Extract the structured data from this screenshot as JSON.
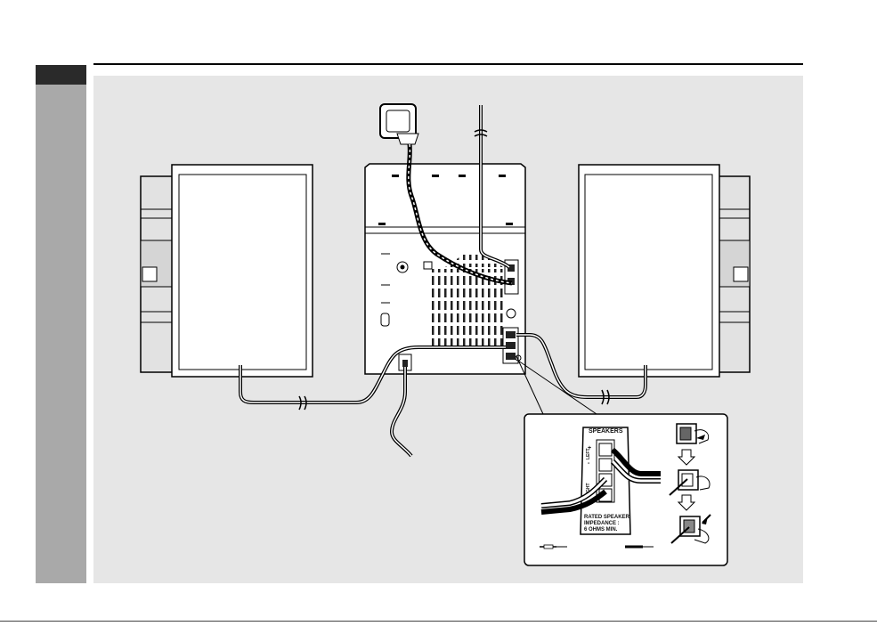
{
  "inset": {
    "speakers_label": "SPEAKERS",
    "left_label": "LEFT",
    "right_label": "RIGHT",
    "plus_label": "+",
    "minus_label": "-",
    "impedance_line1": "RATED SPEAKER",
    "impedance_line2": "IMPEDANCE :",
    "impedance_line3": "6 OHMS MIN."
  }
}
